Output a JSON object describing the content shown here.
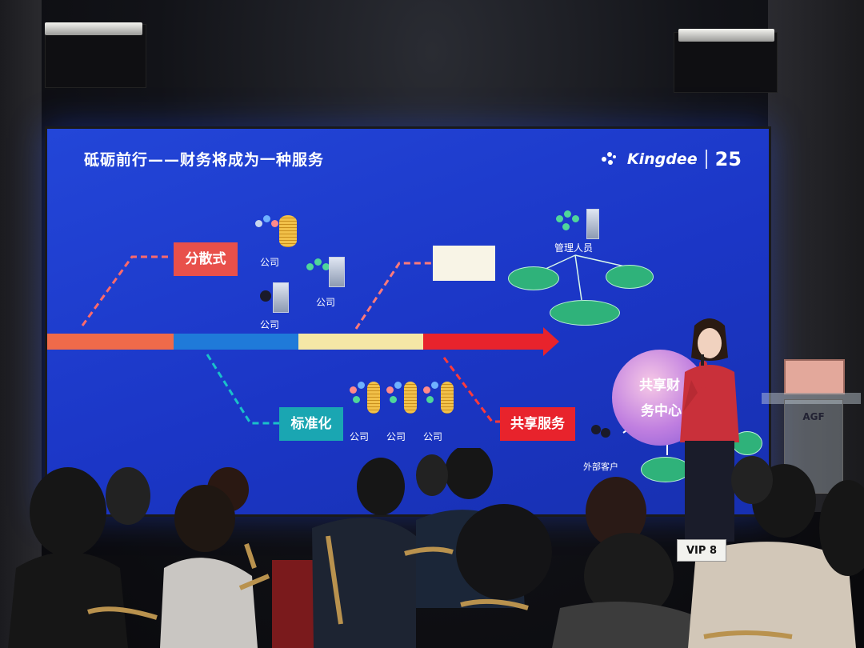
{
  "slide": {
    "title": "砥砺前行——财务将成为一种服务",
    "logo_name": "Kingdee",
    "logo_number": "25",
    "stage_distributed": "分散式",
    "stage_standardized": "标准化",
    "stage_shared": "共享服务",
    "company_label": "公司",
    "management_label": "管理人员",
    "external_label": "外部客户",
    "shared_center_line1": "共享财",
    "shared_center_line2": "务中心"
  },
  "podium": {
    "brand": "AGF"
  },
  "seat_sign": {
    "text": "VIP 8"
  },
  "colors": {
    "screen_blue": "#1f3fcf",
    "stage_red": "#e8504a",
    "stage_teal": "#1aa6b2",
    "timeline_orange": "#ef6a4a",
    "timeline_blue": "#1f7ad9",
    "timeline_cream": "#f5e7a6",
    "timeline_red": "#e8232c",
    "node_green": "#2fb27a",
    "speaker_red": "#c9303a"
  }
}
